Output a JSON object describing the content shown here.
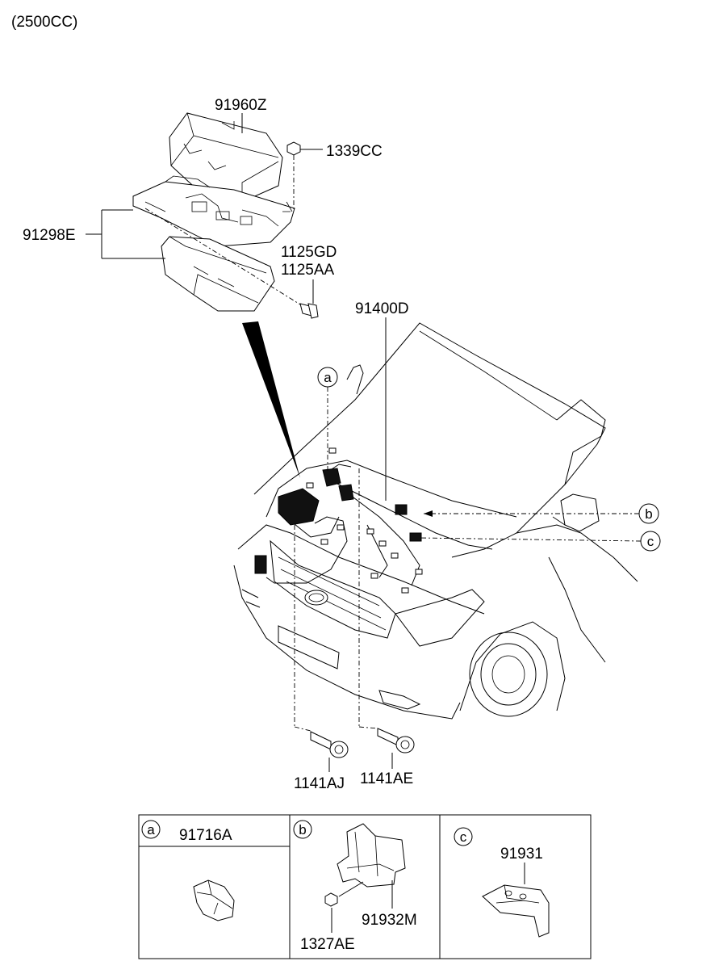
{
  "header": {
    "engine_label": "(2500CC)"
  },
  "labels": {
    "cover": "91960Z",
    "nut_top": "1339CC",
    "fuse_box": "91298E",
    "bolt_gd": "1125GD",
    "bolt_aa": "1125AA",
    "harness": "91400D",
    "bolt_aj": "1141AJ",
    "bolt_ae": "1141AE"
  },
  "callouts": {
    "a": "a",
    "b": "b",
    "c": "c"
  },
  "detail_table": {
    "a": {
      "letter": "a",
      "part": "91716A"
    },
    "b": {
      "letter": "b",
      "part_main": "91932M",
      "part_nut": "1327AE"
    },
    "c": {
      "letter": "c",
      "part": "91931"
    }
  }
}
